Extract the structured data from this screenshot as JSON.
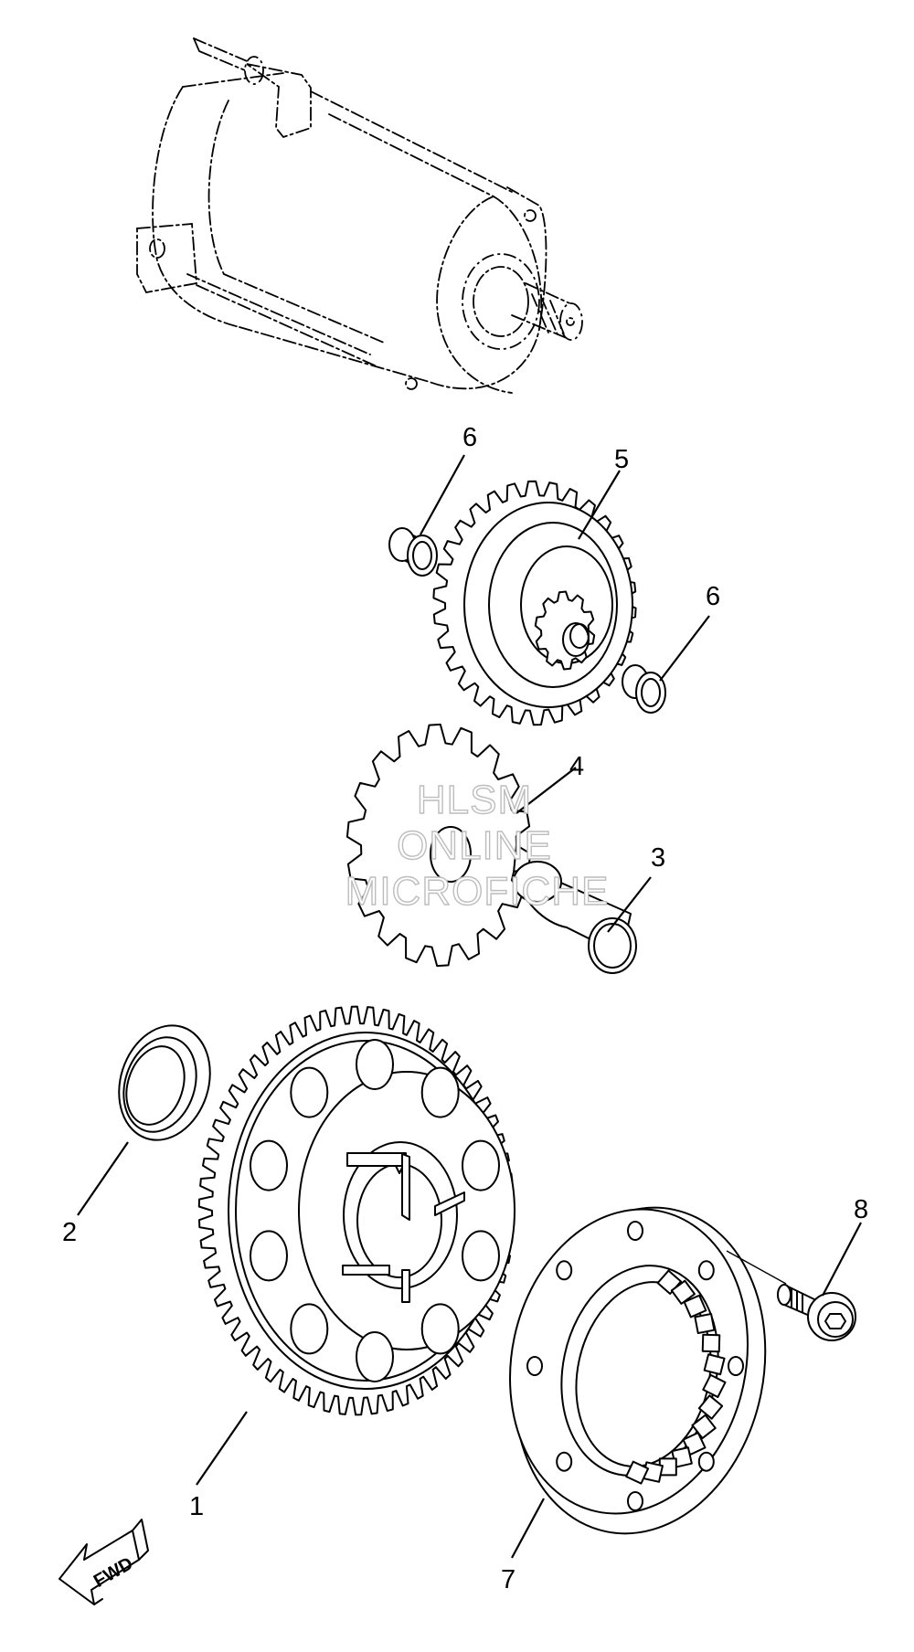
{
  "diagram": {
    "callouts": [
      {
        "id": "c1",
        "text": "1"
      },
      {
        "id": "c2",
        "text": "2"
      },
      {
        "id": "c3",
        "text": "3"
      },
      {
        "id": "c4",
        "text": "4"
      },
      {
        "id": "c5",
        "text": "5"
      },
      {
        "id": "c6a",
        "text": "6"
      },
      {
        "id": "c6b",
        "text": "6"
      },
      {
        "id": "c7",
        "text": "7"
      },
      {
        "id": "c8",
        "text": "8"
      }
    ],
    "watermark": [
      "HLSM",
      "ONLINE",
      "MICROFICHE"
    ],
    "direction_label": "FWD"
  },
  "colors": {
    "line": "#000000",
    "background": "#ffffff",
    "watermark": "#bdbdbd"
  }
}
